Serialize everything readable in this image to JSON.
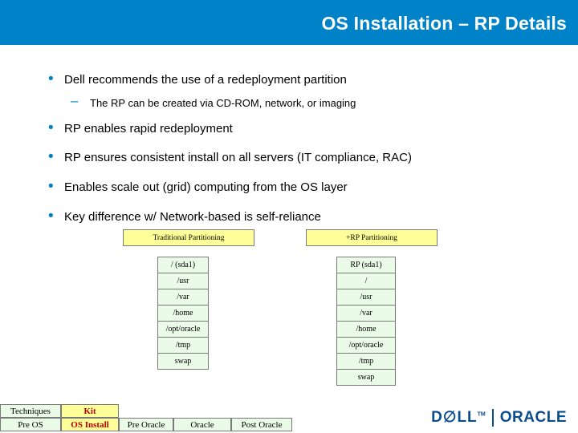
{
  "header": {
    "title": "OS Installation – RP Details",
    "bar_color": "#0082c8"
  },
  "bullets": [
    {
      "level": 1,
      "text": "Dell recommends the use of a redeployment partition"
    },
    {
      "level": 2,
      "text": "The RP can be created via CD-ROM, network, or imaging"
    },
    {
      "level": 1,
      "text": "RP enables rapid redeployment"
    },
    {
      "level": 1,
      "text": "RP ensures consistent install on all servers (IT compliance, RAC)"
    },
    {
      "level": 1,
      "text": "Enables scale out (grid) computing from the OS layer"
    },
    {
      "level": 1,
      "text": "Key difference w/ Network-based is self-reliance"
    }
  ],
  "tables": {
    "traditional": {
      "header": "Traditional Partitioning",
      "rows": [
        "/ (sda1)",
        "/usr",
        "/var",
        "/home",
        "/opt/oracle",
        "/tmp",
        "swap"
      ]
    },
    "rp": {
      "header": "+RP Partitioning",
      "rows": [
        "RP (sda1)",
        "/",
        "/usr",
        "/var",
        "/home",
        "/opt/oracle",
        "/tmp",
        "swap"
      ]
    }
  },
  "nav": {
    "techniques": "Techniques",
    "kit": "Kit",
    "pre_os": "Pre OS",
    "os_install": "OS Install",
    "pre_oracle": "Pre Oracle",
    "oracle": "Oracle",
    "post_oracle": "Post Oracle",
    "current_color": "#c00000"
  },
  "logos": {
    "dell": "D∅LL",
    "dell_tm": "TM",
    "oracle": "ORACLE"
  }
}
